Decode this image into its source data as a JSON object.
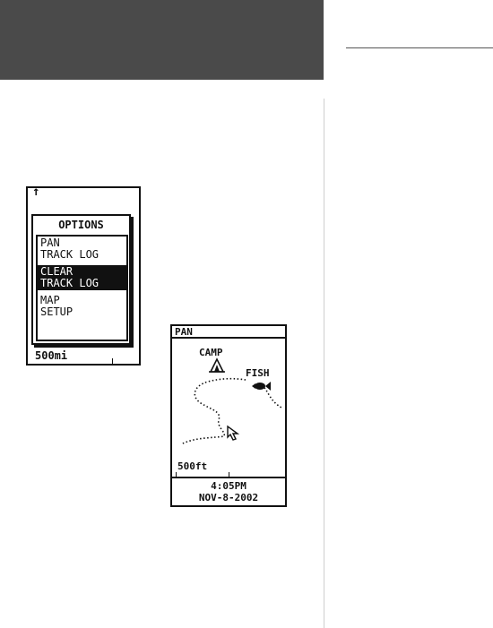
{
  "options_screen": {
    "north_marker": "↑",
    "title": "OPTIONS",
    "items": [
      {
        "label": "PAN\nTRACK LOG",
        "selected": false
      },
      {
        "label": "CLEAR\nTRACK LOG",
        "selected": true
      },
      {
        "label": "MAP\nSETUP",
        "selected": false
      }
    ],
    "scale": "500mi"
  },
  "pan_screen": {
    "mode": "PAN",
    "waypoints": [
      {
        "label": "CAMP",
        "icon": "tent-icon"
      },
      {
        "label": "FISH",
        "icon": "fish-icon"
      }
    ],
    "scale": "500ft",
    "time": "4:05PM",
    "date": "NOV-8-2002"
  }
}
